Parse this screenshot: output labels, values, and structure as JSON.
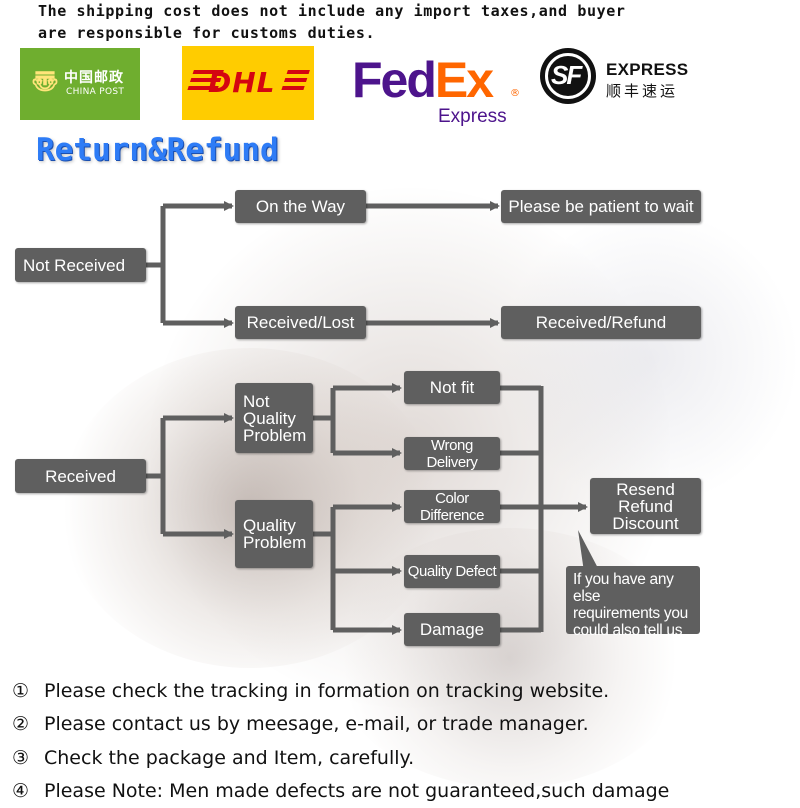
{
  "notice": {
    "line1": "The shipping cost does not include any import taxes,and buyer",
    "line2": "are responsible for customs duties."
  },
  "logos": {
    "china_post": {
      "cn": "中国邮政",
      "en": "CHINA POST",
      "color": "#6fae2f"
    },
    "dhl": {
      "text": "DHL",
      "bg": "#ffcc00",
      "color": "#d40511"
    },
    "fedex": {
      "fed": "Fed",
      "ex": "Ex",
      "sub": "Express",
      "reg": "®",
      "purple": "#4d148c",
      "orange": "#ff6600"
    },
    "sf": {
      "mark": "SF",
      "en": "EXPRESS",
      "cn": "顺丰速运"
    }
  },
  "heading": {
    "text": "Return&Refund",
    "color": "#2e7cf6"
  },
  "flow": {
    "box_color": "#5f5f5f",
    "not_received": "Not Received",
    "on_the_way": "On the Way",
    "please_wait": "Please be patient to wait",
    "received_lost": "Received/Lost",
    "received_refund": "Received/Refund",
    "received": "Received",
    "not_quality_problem": "Not\nQuality\nProblem",
    "quality_problem": "Quality\nProblem",
    "not_fit": "Not fit",
    "wrong_delivery": "Wrong Delivery",
    "color_difference": "Color Difference",
    "quality_defect": "Quality Defect",
    "damage": "Damage",
    "resend_refund_discount": "Resend\nRefund\nDiscount",
    "tip": "If you have any else\nrequirements you\ncould also tell us"
  },
  "notes": [
    {
      "num": "①",
      "text": "Please check the tracking in formation on tracking website."
    },
    {
      "num": "②",
      "text": "Please contact us by meesage, e-mail, or trade manager."
    },
    {
      "num": "③",
      "text": "Check the package and Item, carefully."
    },
    {
      "num": "④",
      "text": "Please Note: Men made defects  are not guaranteed,such damage"
    }
  ]
}
